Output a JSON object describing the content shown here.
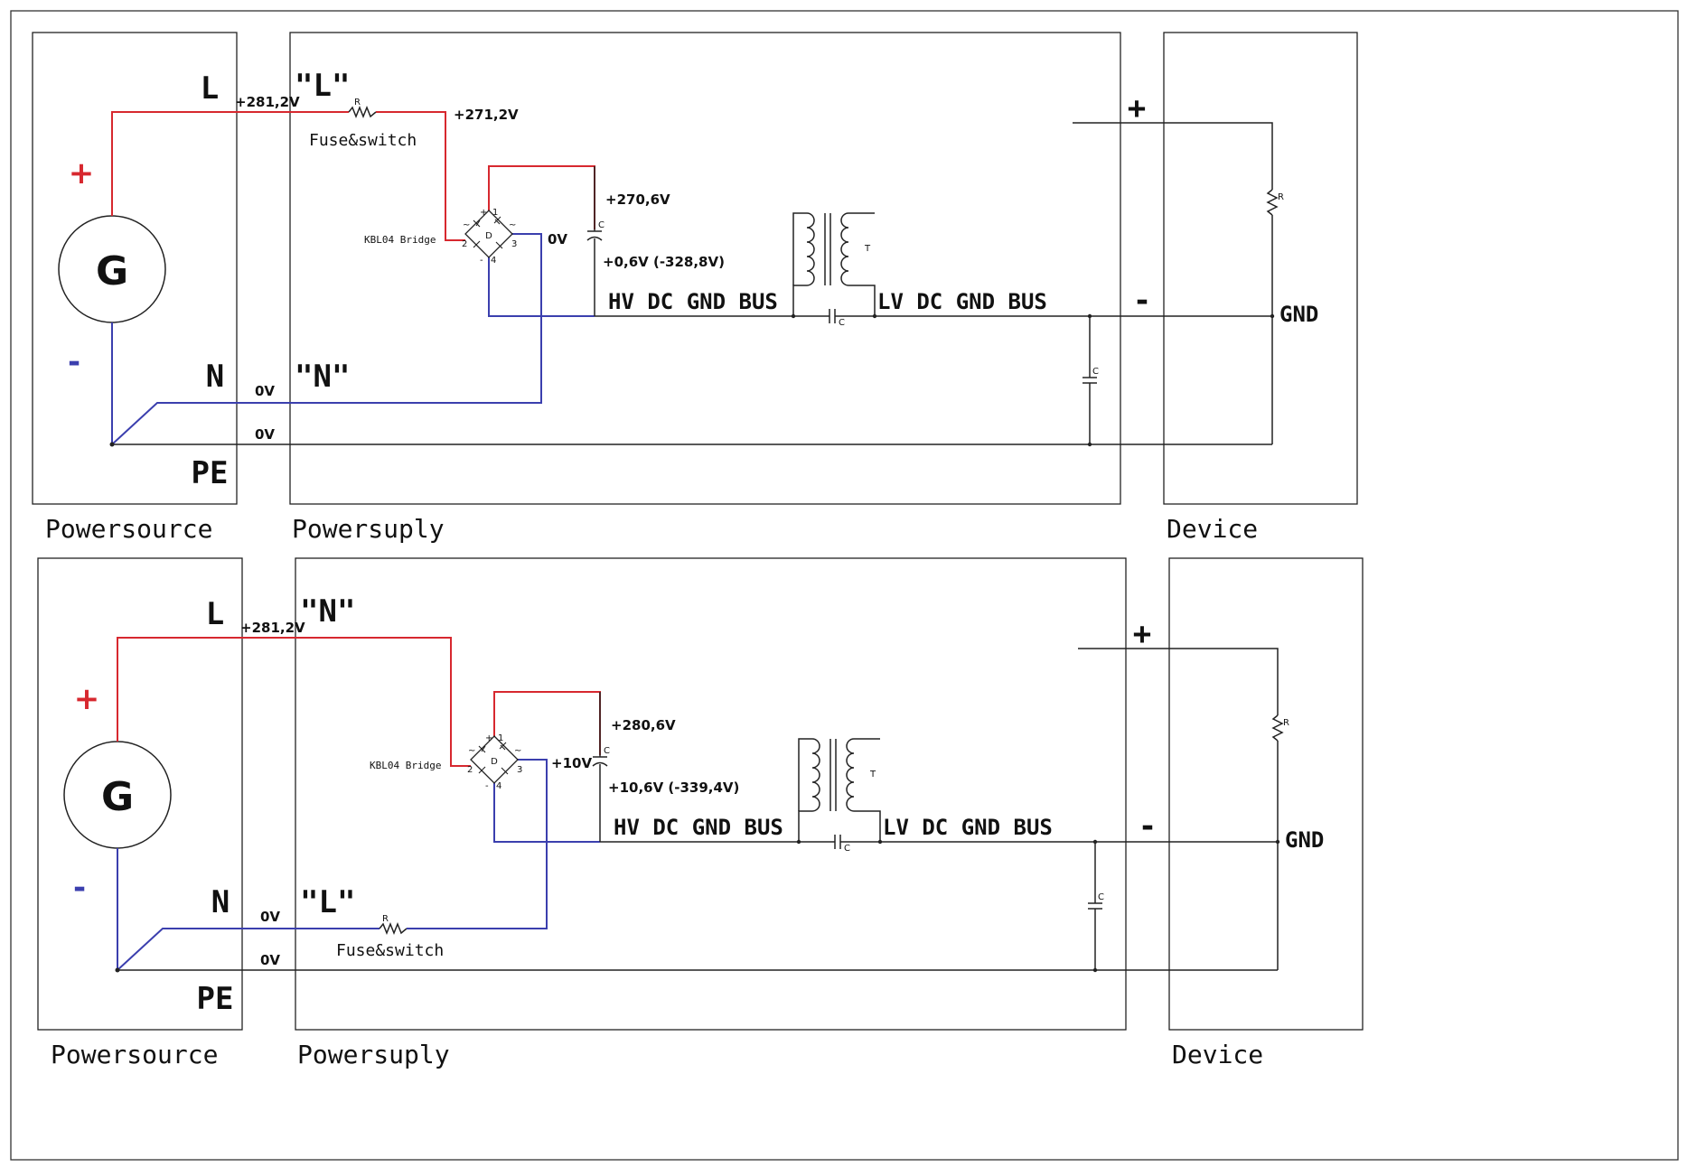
{
  "panels": [
    {
      "powersource_label": "Powersource",
      "powersuply_label": "Powersuply",
      "device_label": "Device",
      "line_label": "L",
      "neutral_label": "N",
      "pe_label": "PE",
      "plus_label": "+",
      "minus_label": "-",
      "generator_label": "G",
      "top_terminal_label": "\"L\"",
      "bottom_terminal_label": "\"N\"",
      "source_voltage": "+281,2V",
      "after_fuse_voltage": "+271,2V",
      "cap_top_voltage": "+270,6V",
      "cap_bottom_voltage": "+0,6V (-328,8V)",
      "bridge_right_voltage": "0V",
      "neutral_voltage": "0V",
      "pe_voltage": "0V",
      "fuse_label": "Fuse&switch",
      "bridge_label": "KBL04 Bridge",
      "hv_bus_label": "HV DC GND BUS",
      "lv_bus_label": "LV DC GND BUS",
      "device_plus": "+",
      "device_minus": "-",
      "gnd_label": "GND"
    },
    {
      "powersource_label": "Powersource",
      "powersuply_label": "Powersuply",
      "device_label": "Device",
      "line_label": "L",
      "neutral_label": "N",
      "pe_label": "PE",
      "plus_label": "+",
      "minus_label": "-",
      "generator_label": "G",
      "top_terminal_label": "\"N\"",
      "bottom_terminal_label": "\"L\"",
      "source_voltage": "+281,2V",
      "cap_top_voltage": "+280,6V",
      "cap_bottom_voltage": "+10,6V (-339,4V)",
      "bridge_right_voltage": "+10V",
      "neutral_voltage": "0V",
      "pe_voltage": "0V",
      "fuse_label": "Fuse&switch",
      "bridge_label": "KBL04 Bridge",
      "hv_bus_label": "HV DC GND BUS",
      "lv_bus_label": "LV DC GND BUS",
      "device_plus": "+",
      "device_minus": "-",
      "gnd_label": "GND"
    }
  ],
  "component_letters": {
    "resistor": "R",
    "capacitor": "C",
    "transformer": "T",
    "diode": "D",
    "pin1": "1",
    "pin2": "2",
    "pin3": "3",
    "pin4": "4",
    "plus": "+",
    "tilde": "~",
    "minus": "-"
  },
  "colors": {
    "line_wire": "#d7282f",
    "neutral_wire": "#3b3fae",
    "ink": "#222222"
  }
}
